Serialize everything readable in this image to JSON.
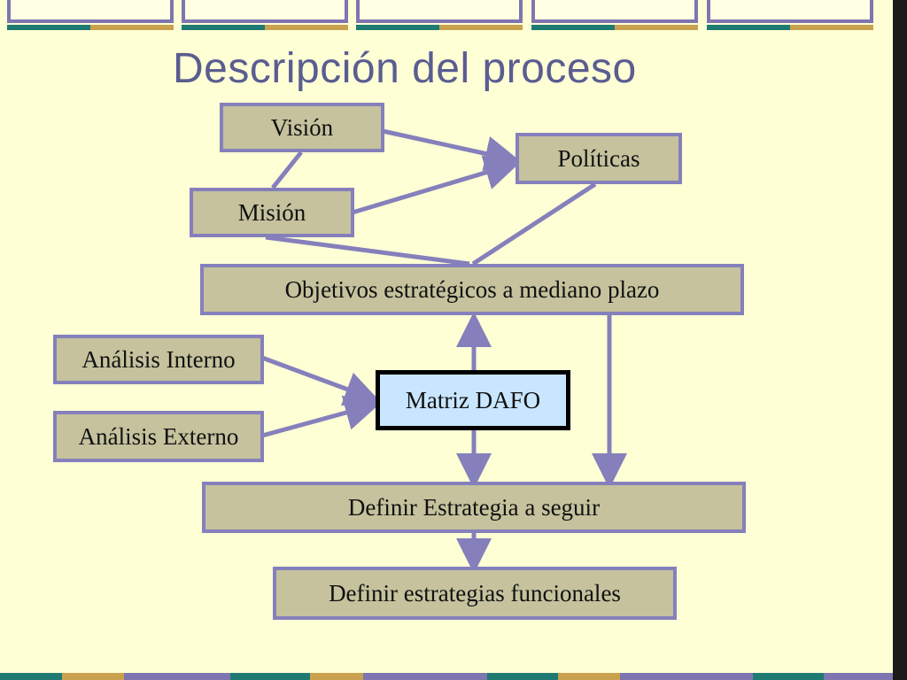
{
  "title": "Descripción del proceso",
  "colors": {
    "background": "#ffffd6",
    "box_fill": "#c5c29d",
    "box_border": "#8580bb",
    "highlight_fill": "#c8e6ff",
    "arrow": "#8580bb",
    "title_text": "#5a5d90"
  },
  "nodes": {
    "vision": "Visión",
    "mision": "Misión",
    "politicas": "Políticas",
    "objetivos": "Objetivos estratégicos a mediano plazo",
    "analisis_interno": "Análisis Interno",
    "analisis_externo": "Análisis Externo",
    "matriz_dafo": "Matriz DAFO",
    "estrategia": "Definir Estrategia a seguir",
    "funcionales": "Definir estrategias funcionales"
  }
}
